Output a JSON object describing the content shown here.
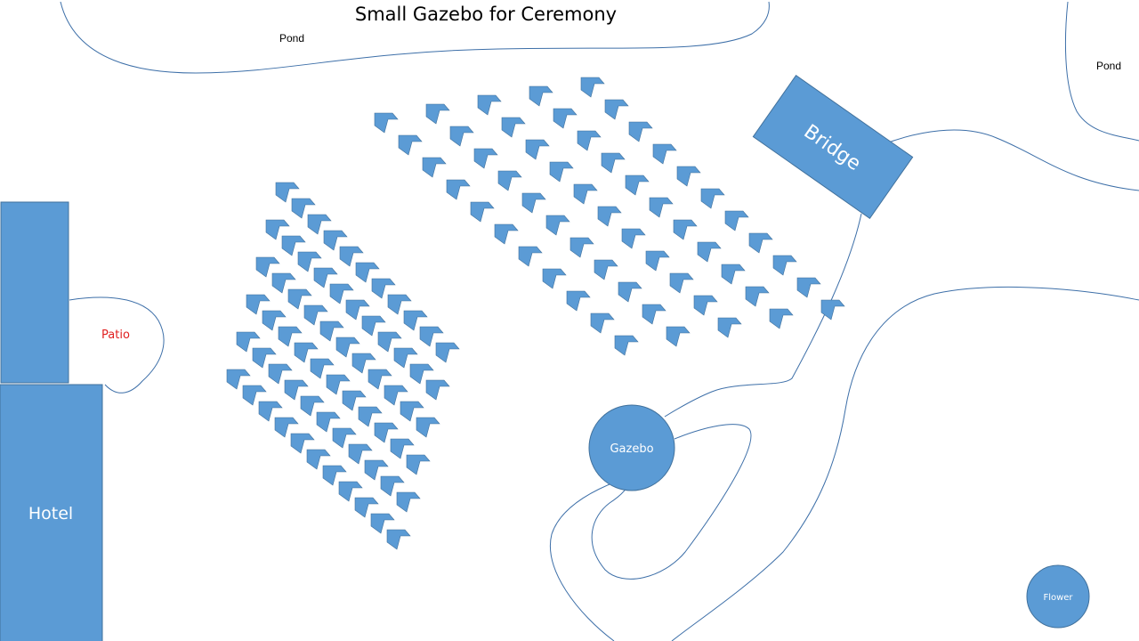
{
  "title": "Small Gazebo for Ceremony",
  "colors": {
    "fill": "#5b9bd5",
    "stroke": "#41719c",
    "line": "#3d6fa8",
    "patio_text": "#e02020"
  },
  "labels": {
    "pond_left": "Pond",
    "pond_right": "Pond",
    "patio": "Patio",
    "hotel": "Hotel",
    "bridge": "Bridge",
    "gazebo": "Gazebo",
    "flower": "Flower"
  },
  "seating": {
    "chair_icon": "chevron-chair",
    "left_block": {
      "rows": 6,
      "chairs_per_row": 11
    },
    "right_block": {
      "rows": 5,
      "chairs_per_row": 11
    }
  }
}
